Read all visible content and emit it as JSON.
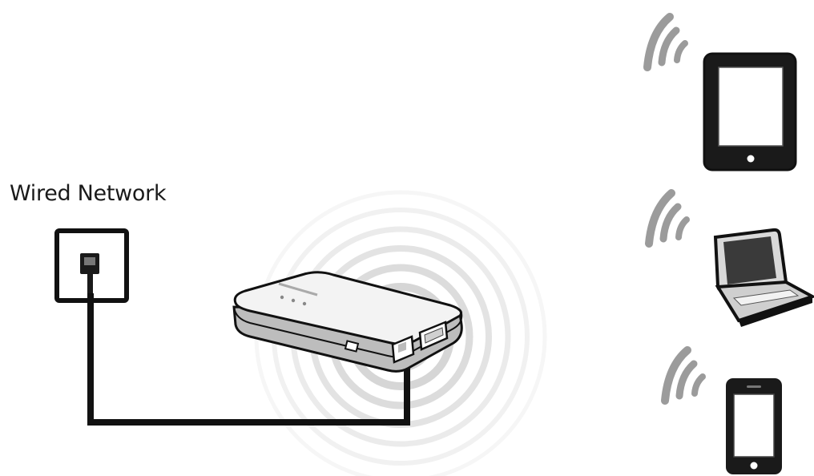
{
  "diagram": {
    "wired_label": "Wired Network",
    "nodes": [
      {
        "id": "wall-jack",
        "type": "ethernet-wall-socket"
      },
      {
        "id": "router",
        "type": "portable-wireless-router",
        "icon": "router-icon"
      },
      {
        "id": "tablet",
        "type": "tablet",
        "icon": "tablet-icon"
      },
      {
        "id": "laptop",
        "type": "laptop",
        "icon": "laptop-icon"
      },
      {
        "id": "phone",
        "type": "smartphone",
        "icon": "phone-icon"
      }
    ],
    "connections": [
      {
        "from": "wall-jack",
        "to": "router",
        "kind": "ethernet-cable"
      },
      {
        "from": "router",
        "to": "tablet",
        "kind": "wireless"
      },
      {
        "from": "router",
        "to": "laptop",
        "kind": "wireless"
      },
      {
        "from": "router",
        "to": "phone",
        "kind": "wireless"
      }
    ],
    "colors": {
      "line": "#111111",
      "signal_rings": "#d9d9d9",
      "wifi_arcs": "#9a9a9a",
      "router_body": "#f2f2f2"
    }
  }
}
